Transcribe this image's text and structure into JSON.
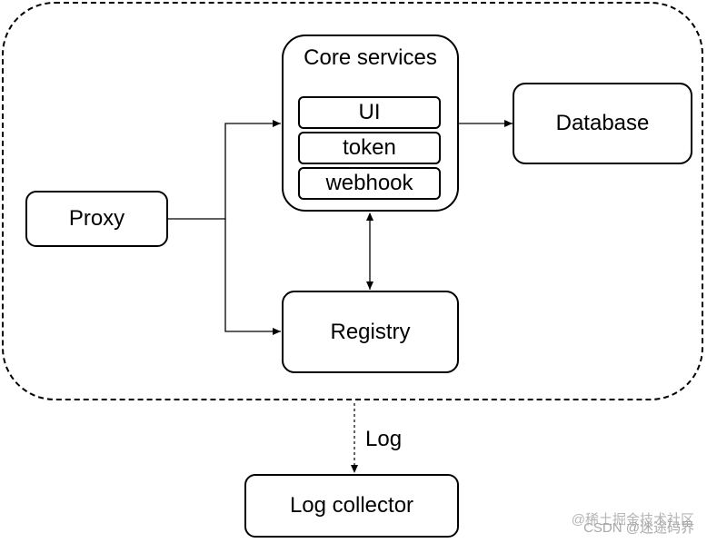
{
  "nodes": {
    "proxy": "Proxy",
    "core_title": "Core services",
    "ui": "UI",
    "token": "token",
    "webhook": "webhook",
    "database": "Database",
    "registry": "Registry",
    "log_collector": "Log collector"
  },
  "edge_labels": {
    "log": "Log"
  },
  "watermark": {
    "line1": "@稀土掘金技术社区",
    "line2": "CSDN @迷途码界"
  }
}
